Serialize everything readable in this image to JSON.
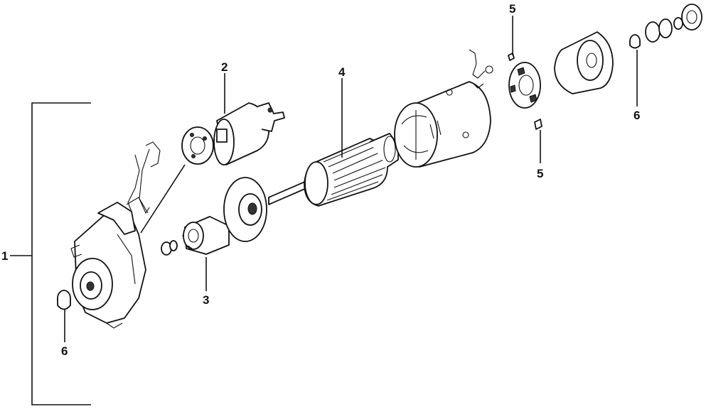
{
  "callouts": {
    "c1": "1",
    "c2": "2",
    "c3": "3",
    "c4": "4",
    "c5_top": "5",
    "c5_bottom": "5",
    "c6_left": "6",
    "c6_right": "6"
  }
}
